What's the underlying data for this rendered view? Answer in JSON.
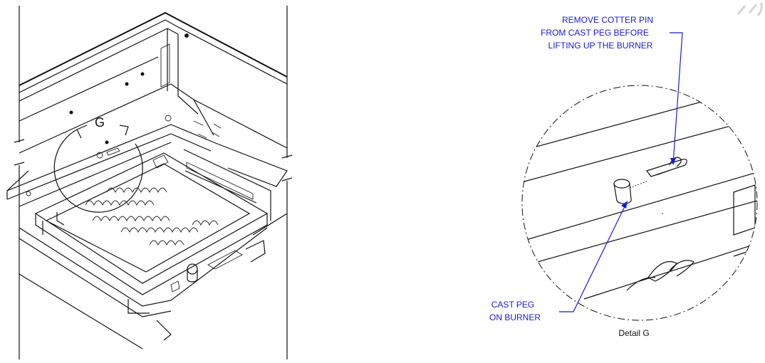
{
  "callouts": {
    "detail_marker": "G",
    "cotter_pin_line1": "REMOVE COTTER PIN",
    "cotter_pin_line2": "FROM CAST PEG BEFORE",
    "cotter_pin_line3": "LIFTING UP THE BURNER",
    "cast_peg_line1": "CAST PEG",
    "cast_peg_line2": "ON BURNER",
    "detail_caption": "Detail G"
  },
  "colors": {
    "callout_text": "#1a1ad6",
    "line_art": "#111111"
  }
}
